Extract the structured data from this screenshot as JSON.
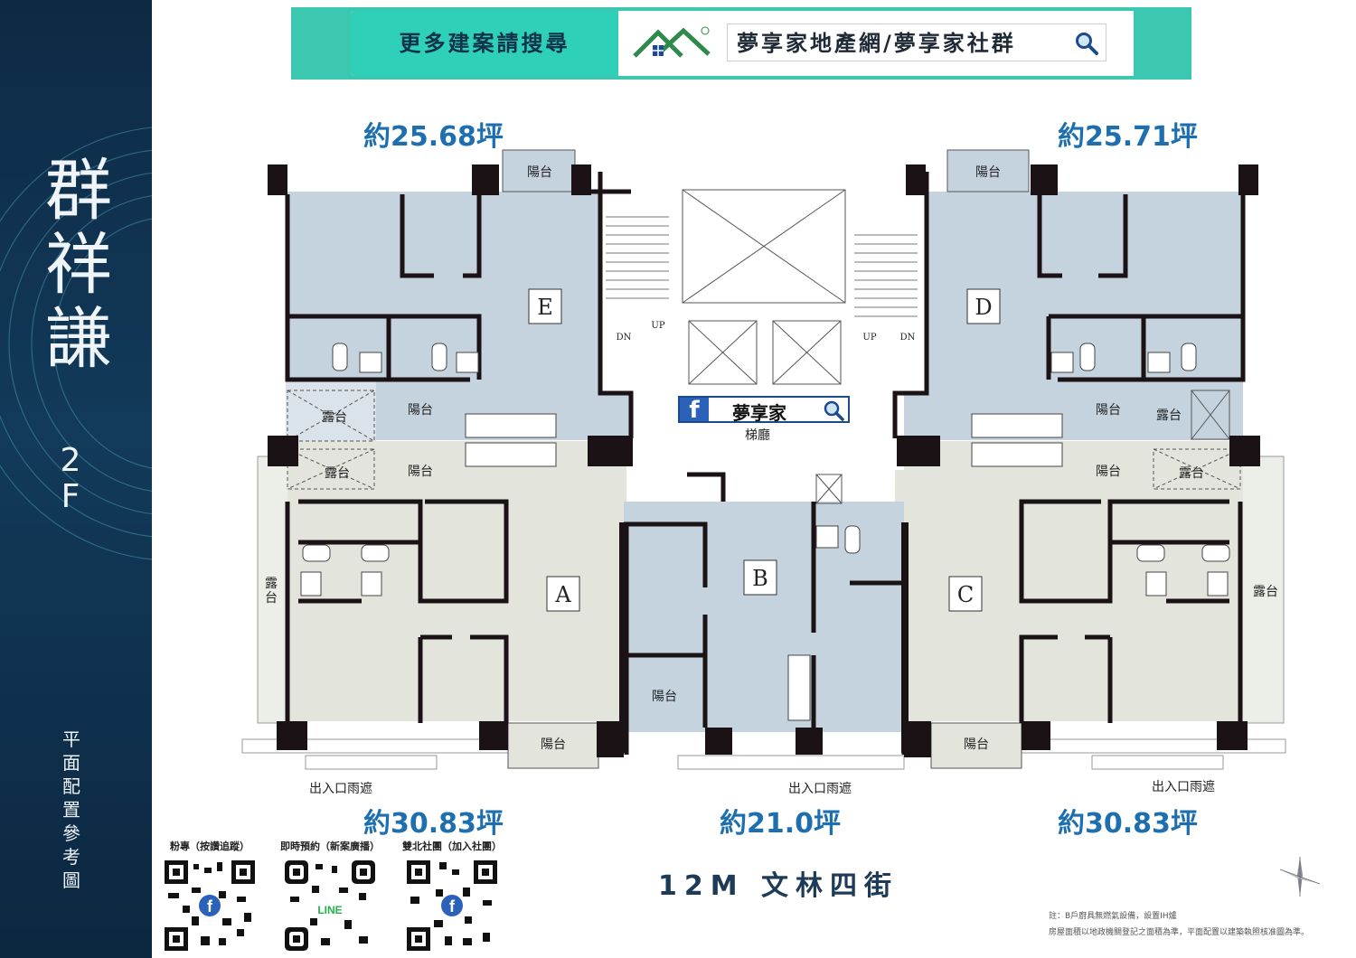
{
  "sidebar": {
    "project_name": [
      "群",
      "祥",
      "謙"
    ],
    "floor": [
      "2",
      "F"
    ],
    "plan_title": [
      "平",
      "面",
      "配",
      "置",
      "參",
      "考",
      "圖"
    ]
  },
  "banner": {
    "left_text": "更多建案請搜尋",
    "search_text": "夢享家地產網/夢享家社群"
  },
  "areas": {
    "e": "約25.68坪",
    "d": "約25.71坪",
    "a": "約30.83坪",
    "b": "約21.0坪",
    "c": "約30.83坪"
  },
  "units": [
    "A",
    "B",
    "C",
    "D",
    "E"
  ],
  "labels": {
    "balcony": "陽台",
    "terrace": "露台",
    "terrace_vertical": [
      "露",
      "台"
    ],
    "up": "UP",
    "dn": "DN",
    "lobby": "梯廳",
    "canopy": "出入口雨遮"
  },
  "fb_badge": {
    "icon": "f",
    "text": "夢享家"
  },
  "qr": [
    {
      "caption": "粉專（按讚追蹤）",
      "logo": "facebook-icon"
    },
    {
      "caption": "即時預約（新案廣播）",
      "logo": "line-icon",
      "logo_text": "LINE"
    },
    {
      "caption": "雙北社團（加入社團）",
      "logo": "facebook-icon"
    }
  ],
  "street": "12M 文林四街",
  "notes": [
    "註：B戶廚具無燃氣設備，設置IH爐",
    "房屋面積以地政機關登記之面積為準，平面配置以建築執照核准圖為準。"
  ],
  "colors": {
    "sidebar_bg": "#0d2a44",
    "banner_teal": "#3cc7b0",
    "blue_units": "#c5d3de",
    "beige_units": "#e3e5dd",
    "wall": "#1a1214",
    "area_text": "#1e6fb0"
  }
}
